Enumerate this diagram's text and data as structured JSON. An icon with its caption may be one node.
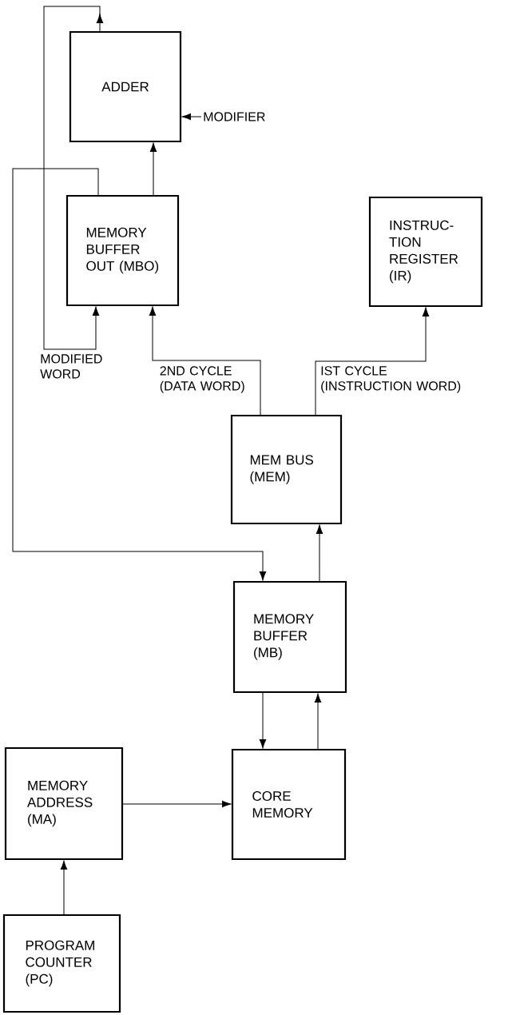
{
  "diagram": {
    "nodes": [
      {
        "text": [
          "ADDER"
        ]
      },
      {
        "text": [
          "MODIFIER"
        ]
      },
      {
        "text": [
          "MEMORY BUFFER OUT (MBO)"
        ]
      },
      {
        "text": [
          "INSTRUC- TION REGISTER (IR)"
        ]
      },
      {
        "text": [
          "MEM BUS (MEM)"
        ]
      },
      {
        "text": [
          "MEMORY BUFFER (MB)"
        ]
      },
      {
        "text": [
          "CORE MEMORY"
        ]
      },
      {
        "text": [
          "MEMORY ADDRESS (MA)"
        ]
      },
      {
        "text": [
          "PROGRAM COUNTER (PC)"
        ]
      }
    ],
    "edges": [
      {
        "from": 0,
        "to": 2,
        "arrow": "to",
        "label": "MODIFIED WORD"
      },
      {
        "from": 2,
        "to": 5,
        "arrow": "to"
      },
      {
        "from": 2,
        "to": 0,
        "arrow": "to"
      },
      {
        "from": 1,
        "to": 0,
        "arrow": "to"
      },
      {
        "from": 4,
        "to": 2,
        "arrow": "to",
        "label": "2ND CYCLE (DATA WORD)"
      },
      {
        "from": 4,
        "to": 3,
        "arrow": "to",
        "label": "IST CYCLE (INSTRUCTION WORD)"
      },
      {
        "from": 5,
        "to": 4,
        "arrow": "to"
      },
      {
        "from": 5,
        "to": 6,
        "arrow": "to"
      },
      {
        "from": 6,
        "to": 5,
        "arrow": "to"
      },
      {
        "from": 7,
        "to": 6,
        "arrow": "to"
      },
      {
        "from": 8,
        "to": 7,
        "arrow": "to"
      }
    ]
  }
}
